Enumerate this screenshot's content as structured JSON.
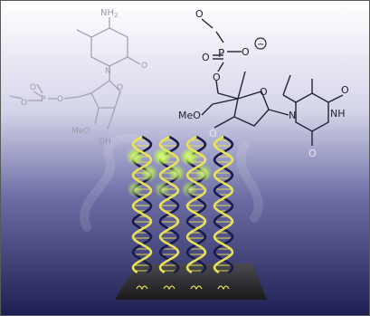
{
  "figure": {
    "colors": {
      "top": "#ffffff",
      "mid": "#b7b7d6",
      "bottom": "#1e1f52",
      "backbone": "#e9e257",
      "strand": "#191a4d",
      "glow": "#b8ff3a",
      "surface": "#2a2a2e"
    },
    "left_molecule": {
      "amine": "NH",
      "amine_sub": "2",
      "ring_n": "N",
      "carbonyl_o": "O",
      "phosphate_o1": "O",
      "phosphate_o2": "O",
      "phosphate_o3": "O",
      "phosphate_p": "P",
      "sugar_o": "O",
      "hydroxyl": "OH",
      "meo": "MeO"
    },
    "right_molecule": {
      "phosphate_o_top": "O",
      "phosphate_o_right": "O",
      "phosphate_o_left": "O",
      "phosphate_o_bottom": "O",
      "phosphate_p": "P",
      "minus": "−",
      "sugar_o": "O",
      "meo": "MeO",
      "linker_o": "O",
      "ring_n": "N",
      "nh": "NH",
      "carbonyl_o_top": "O",
      "carbonyl_o_bottom": "O"
    },
    "helices": [
      {
        "glow_levels": [
          0.82,
          0.72,
          0.58
        ]
      },
      {
        "glow_levels": [
          0.9,
          0.74,
          0.58
        ]
      },
      {
        "glow_levels": [
          0.88,
          0.74,
          0.6
        ]
      },
      {
        "glow_levels": []
      }
    ]
  }
}
